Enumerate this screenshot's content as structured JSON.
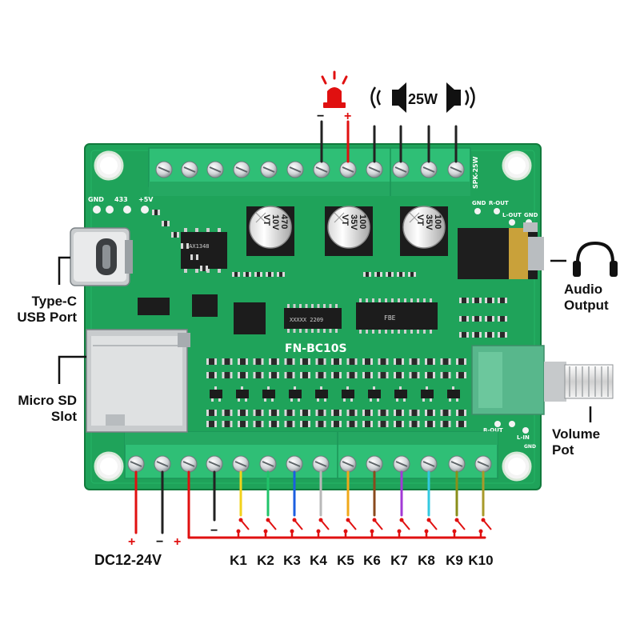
{
  "board": {
    "model": "FN-BC10S",
    "silk": {
      "gnd": "GND",
      "v433": "433",
      "v5": "+5V",
      "spk": "SPK-25W",
      "gnd_r": "GND",
      "r_out": "R-OUT",
      "l_out": "L-OUT",
      "gnd_r2": "GND",
      "r_out2": "R-OUT",
      "l_in": "L-IN",
      "gnd_b": "GND"
    },
    "caps": [
      {
        "cap": "470",
        "volt": "10V",
        "brand": "VT"
      },
      {
        "cap": "100",
        "volt": "35V",
        "brand": "VT"
      },
      {
        "cap": "100",
        "volt": "35V",
        "brand": "VT"
      }
    ],
    "chips": {
      "small": "MAX1348",
      "mid": "XXXXX 2209",
      "big": "FBE"
    }
  },
  "alarm": {
    "minus": "−",
    "plus": "+"
  },
  "speaker": {
    "power": "25W"
  },
  "labels": {
    "typec_line1": "Type-C",
    "typec_line2": "USB Port",
    "sd_line1": "Micro SD",
    "sd_line2": "Slot",
    "audio_line1": "Audio",
    "audio_line2": "Output",
    "volume_line1": "Volume",
    "volume_line2": "Pot",
    "power": "DC12-24V",
    "power_plus": "+",
    "power_minus": "−",
    "common_plus": "+",
    "common_minus": "−"
  },
  "keys": [
    {
      "label": "K1",
      "color": "#f2d21b"
    },
    {
      "label": "K2",
      "color": "#20c46a"
    },
    {
      "label": "K3",
      "color": "#1b5fe0"
    },
    {
      "label": "K4",
      "color": "#b9b9b9"
    },
    {
      "label": "K5",
      "color": "#f0a81a"
    },
    {
      "label": "K6",
      "color": "#8a4a1c"
    },
    {
      "label": "K7",
      "color": "#a23ad6"
    },
    {
      "label": "K8",
      "color": "#33c9e0"
    },
    {
      "label": "K9",
      "color": "#8a8f1a"
    },
    {
      "label": "K10",
      "color": "#a89a2a"
    }
  ],
  "colors": {
    "pcb": "#1fa35a",
    "pcb_dark": "#168a47",
    "terminal": "#2fbf76",
    "wire_red": "#e01010",
    "wire_black": "#222222"
  }
}
